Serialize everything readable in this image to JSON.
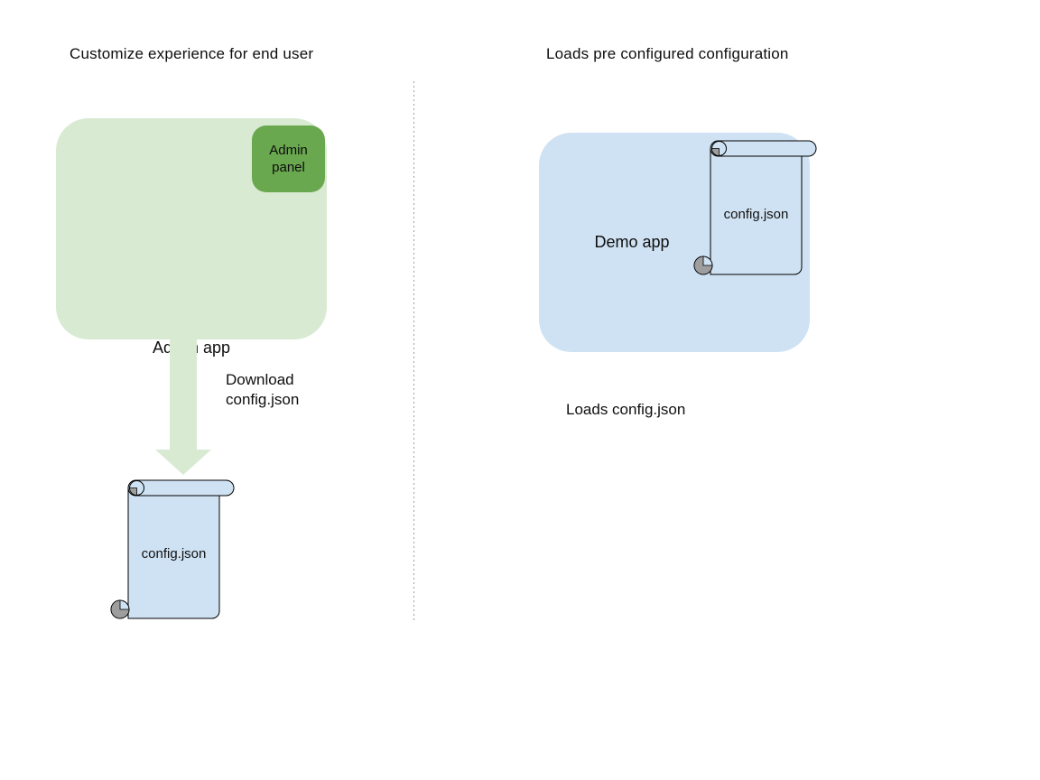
{
  "left": {
    "title": "Customize experience for end user",
    "admin_app_label": "Admin app",
    "admin_panel_label": "Admin panel",
    "arrow_label_line1": "Download",
    "arrow_label_line2": "config.json",
    "scroll_label": "config.json"
  },
  "right": {
    "title": "Loads pre configured configuration",
    "demo_app_label": "Demo app",
    "scroll_label": "config.json",
    "caption": "Loads config.json"
  },
  "icons": {
    "down_arrow": "block-arrow-down",
    "scroll": "vertical-scroll-document"
  },
  "colors": {
    "app_box_green": "#d9ead3",
    "panel_green": "#6aa84f",
    "arrow_green": "#d9ead3",
    "app_box_blue": "#cfe2f3",
    "scroll_fill_blue": "#cfe2f3",
    "outline_black": "#000000",
    "curl_grey": "#9e9e9e",
    "divider_grey": "#9e9e9e"
  }
}
